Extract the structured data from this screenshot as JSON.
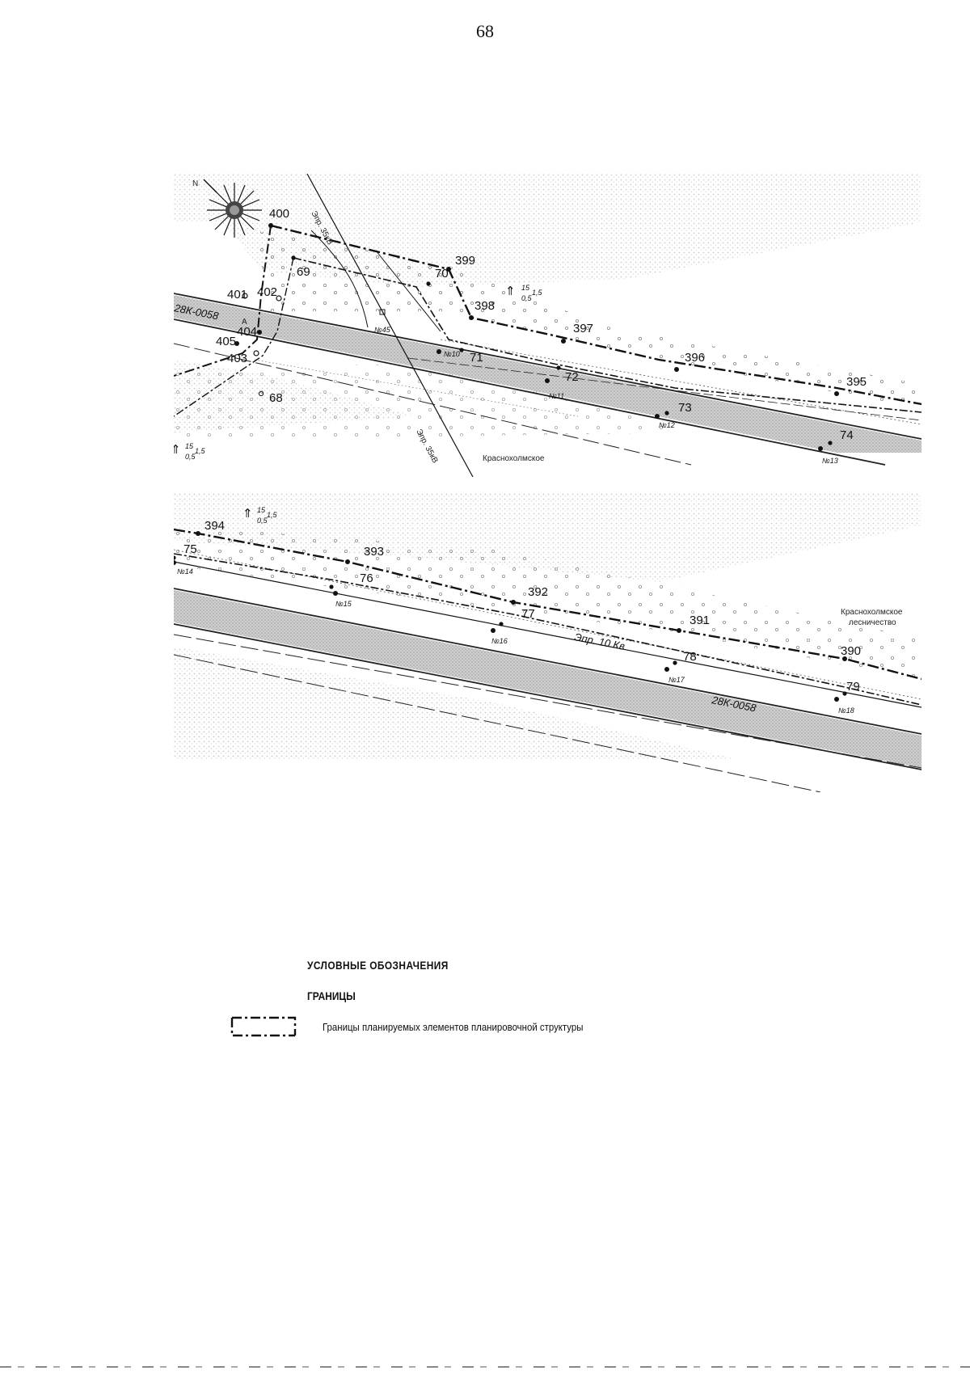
{
  "page": {
    "number": "68"
  },
  "map_top": {
    "boundary_points": [
      {
        "label": "400"
      },
      {
        "label": "399"
      },
      {
        "label": "398"
      },
      {
        "label": "397"
      },
      {
        "label": "396"
      },
      {
        "label": "395"
      },
      {
        "label": "401"
      },
      {
        "label": "402"
      },
      {
        "label": "404"
      },
      {
        "label": "405"
      },
      {
        "label": "403"
      }
    ],
    "secondary_points": [
      {
        "label": "69"
      },
      {
        "label": "70"
      },
      {
        "label": "71"
      },
      {
        "label": "72"
      },
      {
        "label": "73"
      },
      {
        "label": "74"
      },
      {
        "label": "68"
      }
    ],
    "poles": [
      {
        "label": "№45"
      },
      {
        "label": "№10"
      },
      {
        "label": "№11"
      },
      {
        "label": "№12"
      },
      {
        "label": "№13"
      }
    ],
    "texts": {
      "road_code": "28К-0058",
      "power_line_upper": "Эпр. 35кВ",
      "power_line_lower": "Эпр. 35кВ",
      "place_name": "Краснохолмское",
      "wood_top": "15",
      "wood_bottom": "0,5",
      "wood_right": "1,5",
      "wood2_top": "15",
      "wood2_bottom": "0,5",
      "wood2_right": "1,5",
      "marker_a": "А"
    }
  },
  "map_bottom": {
    "boundary_points": [
      {
        "label": "394"
      },
      {
        "label": "393"
      },
      {
        "label": "392"
      },
      {
        "label": "391"
      },
      {
        "label": "390"
      }
    ],
    "secondary_points": [
      {
        "label": "75"
      },
      {
        "label": "76"
      },
      {
        "label": "77"
      },
      {
        "label": "78"
      },
      {
        "label": "79"
      }
    ],
    "poles": [
      {
        "label": "№14"
      },
      {
        "label": "№15"
      },
      {
        "label": "№16"
      },
      {
        "label": "№17"
      },
      {
        "label": "№18"
      }
    ],
    "texts": {
      "power_line": "Эпр. 10 Кв",
      "road_code": "28К-0058",
      "forestry_line1": "Краснохолмское",
      "forestry_line2": "лесничество",
      "wood_top": "15",
      "wood_bottom": "0,5",
      "wood_right": "1,5"
    }
  },
  "legend": {
    "title": "УСЛОВНЫЕ ОБОЗНАЧЕНИЯ",
    "section": "ГРАНИЦЫ",
    "item_label": "Границы планируемых элементов планировочной структуры"
  }
}
